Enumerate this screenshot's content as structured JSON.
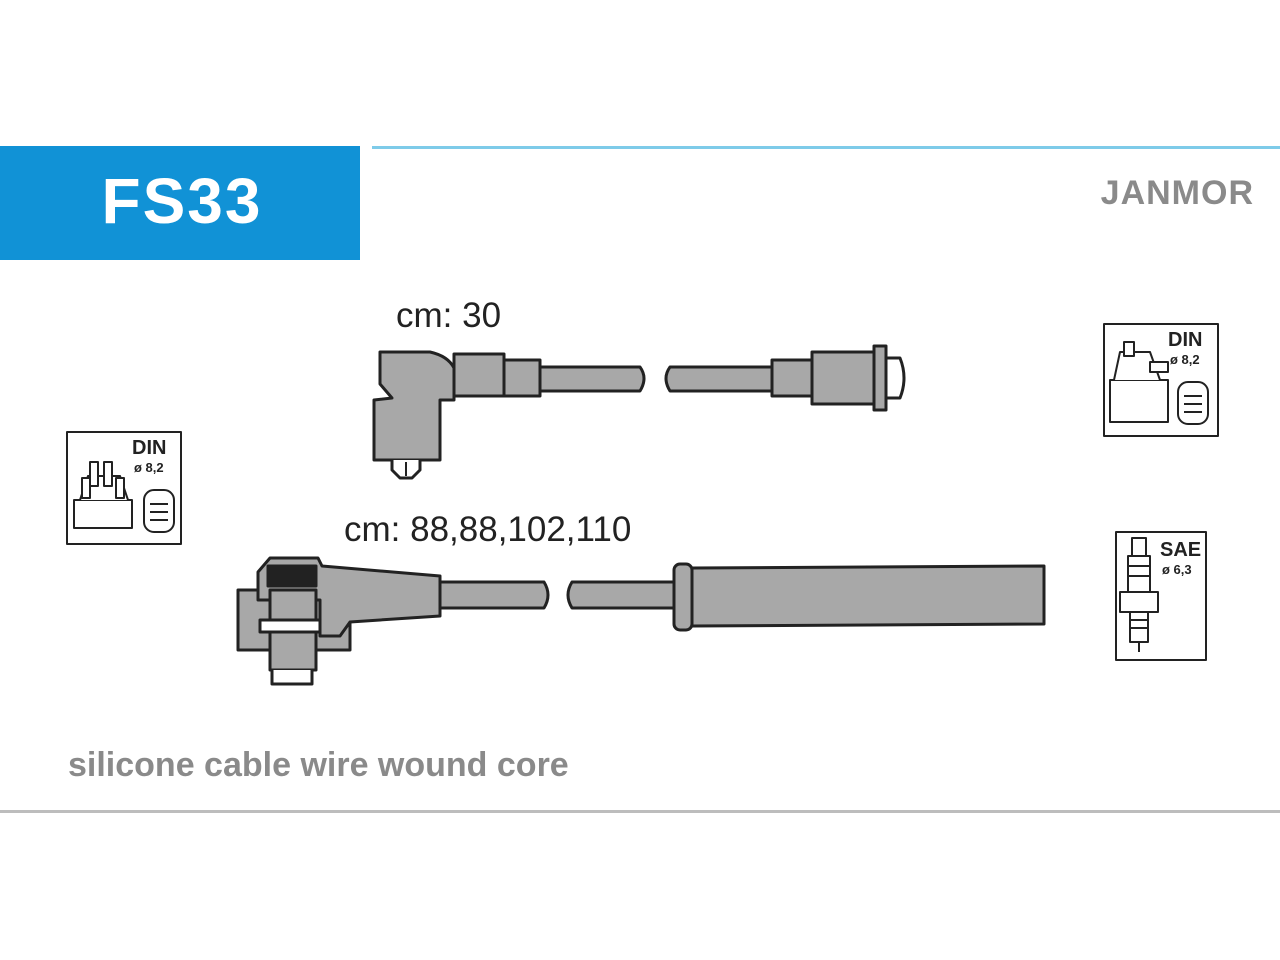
{
  "product": {
    "code": "FS33",
    "brand": "JANMOR",
    "description": "silicone cable wire wound core"
  },
  "lengths": {
    "short": "cm: 30",
    "long": "cm: 88,88,102,110"
  },
  "connectors": {
    "distributor_left": {
      "standard": "DIN",
      "diameter": "ø 8,2"
    },
    "distributor_right": {
      "standard": "DIN",
      "diameter": "ø 8,2"
    },
    "spark_plug": {
      "standard": "SAE",
      "diameter": "ø 6,3"
    }
  },
  "colors": {
    "badge": "#1192d6",
    "cable_fill": "#a8a8a8",
    "outline": "#222222",
    "muted_text": "#8a8a8a"
  }
}
